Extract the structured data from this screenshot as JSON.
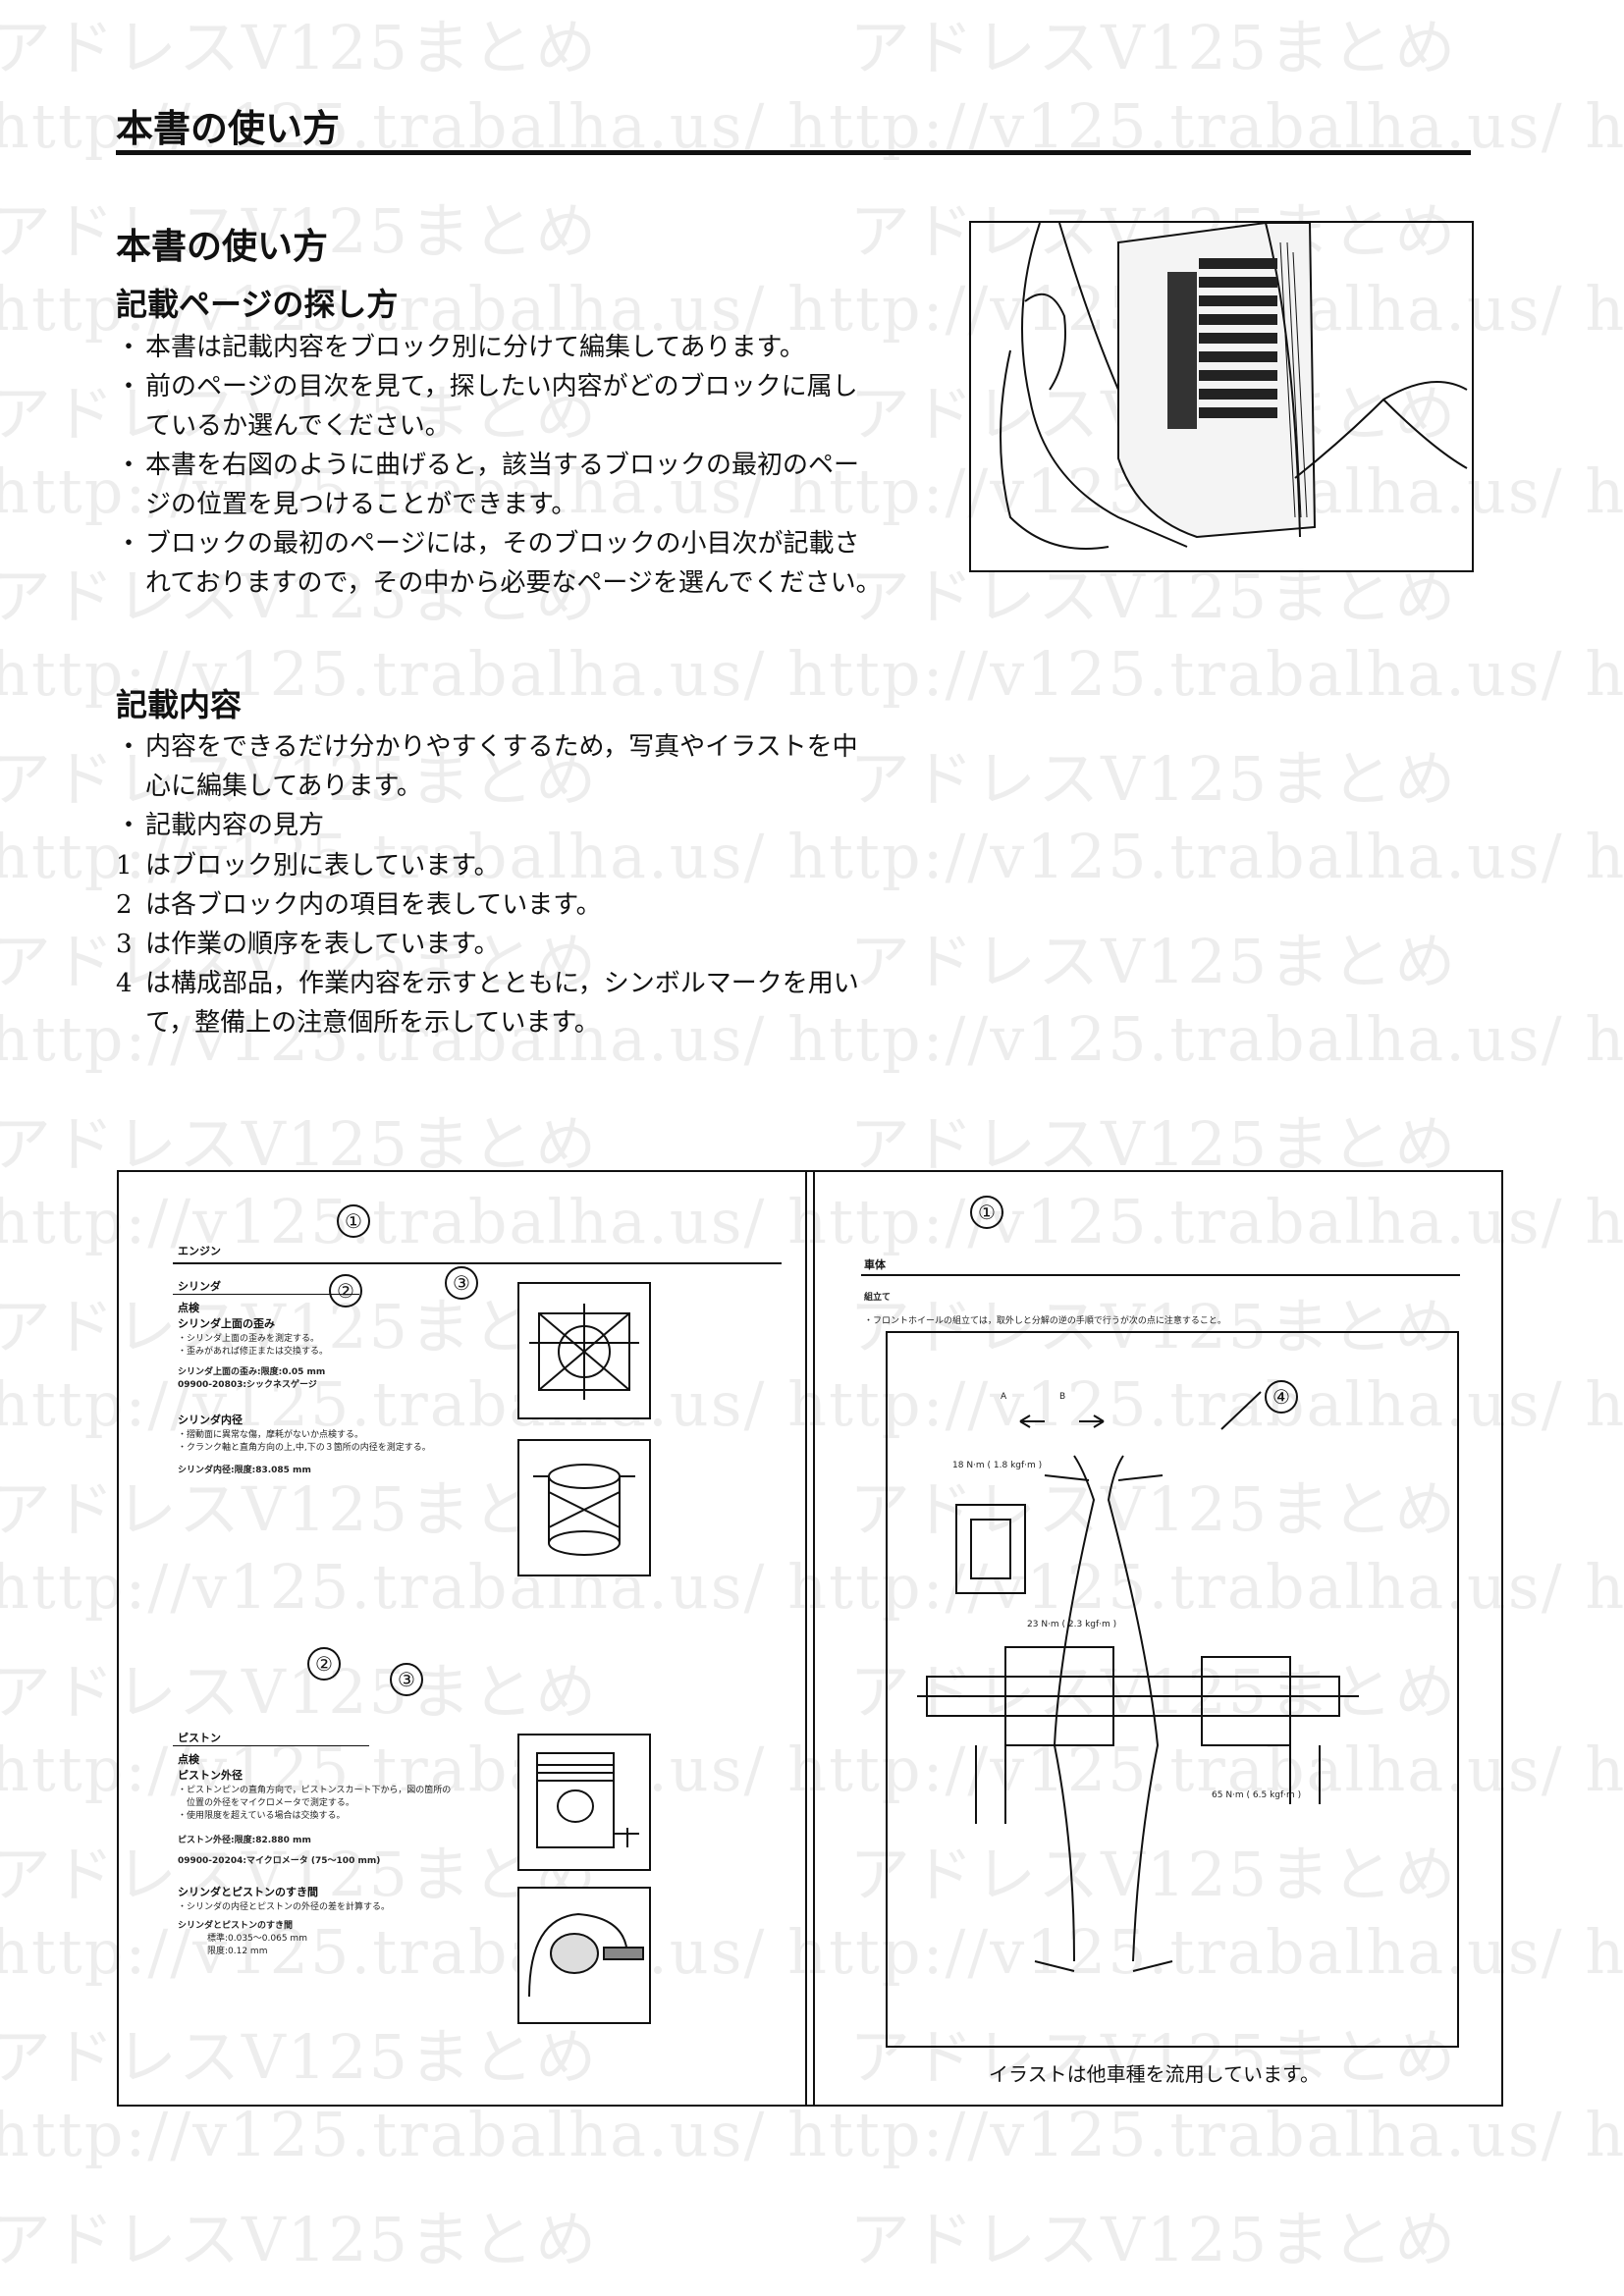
{
  "header": {
    "title": "本書の使い方"
  },
  "watermark": {
    "line_a": "アドレスV125まとめ",
    "line_b": "http://v125.trabalha.us/"
  },
  "section": {
    "title": "本書の使い方",
    "find_pages": {
      "heading": "記載ページの探し方",
      "items": [
        [
          "本書は記載内容をブロック別に分けて編集してあります。"
        ],
        [
          "前のページの目次を見て，探したい内容がどのブロックに属し",
          "ているか選んでください。"
        ],
        [
          "本書を右図のように曲げると，該当するブロックの最初のペー",
          "ジの位置を見つけることができます。"
        ],
        [
          "ブロックの最初のページには，そのブロックの小目次が記載さ",
          "れておりますので，その中から必要なページを選んでください。"
        ]
      ]
    },
    "contents": {
      "heading": "記載内容",
      "items": [
        [
          "内容をできるだけ分かりやすくするため，写真やイラストを中",
          "心に編集してあります。"
        ],
        [
          "記載内容の見方"
        ]
      ],
      "numbered": [
        {
          "n": "1",
          "lines": [
            "はブロック別に表しています。"
          ]
        },
        {
          "n": "2",
          "lines": [
            "は各ブロック内の項目を表しています。"
          ]
        },
        {
          "n": "3",
          "lines": [
            "は作業の順序を表しています。"
          ]
        },
        {
          "n": "4",
          "lines": [
            "は構成部品，作業内容を示すとともに，シンボルマークを用い",
            "て，整備上の注意個所を示しています。"
          ]
        }
      ]
    }
  },
  "left_panel": {
    "markers": [
      "①",
      "②",
      "③",
      "②",
      "③"
    ],
    "block": "エンジン",
    "item1": "シリンダ",
    "check1": "点検",
    "sub1": "シリンダ上面の歪み",
    "sub1_lines": [
      "・シリンダ上面の歪みを測定する。",
      "・歪みがあれば修正または交換する。"
    ],
    "sub1_spec": "シリンダ上面の歪み:限度:0.05 mm",
    "sub1_tool": "09900-20803:シックネスゲージ",
    "sub2": "シリンダ内径",
    "sub2_lines": [
      "・摺動面に異常な傷，摩耗がないか点検する。",
      "・クランク軸と直角方向の上,中,下の３箇所の内径を測定する。"
    ],
    "sub2_spec": "シリンダ内径:限度:83.085 mm",
    "item2": "ピストン",
    "check2": "点検",
    "sub3": "ピストン外径",
    "sub3_lines": [
      "・ピストンピンの直角方向で，ピストンスカート下から，図の箇所の",
      "　位置の外径をマイクロメータで測定する。",
      "・使用限度を超えている場合は交換する。"
    ],
    "sub3_spec": "ピストン外径:限度:82.880 mm",
    "sub3_tool": "09900-20204:マイクロメータ (75～100 mm)",
    "sub4": "シリンダとピストンのすき間",
    "sub4_lines": [
      "・シリンダの内径とピストンの外径の差を計算する。"
    ],
    "sub4_spec": "シリンダとピストンのすき間",
    "sub4_std": "標準:0.035～0.065 mm",
    "sub4_lim": "限度:0.12 mm"
  },
  "right_panel": {
    "markers": [
      "①",
      "④"
    ],
    "block": "車体",
    "section": "組立て",
    "line": "・フロントホイールの組立ては，取外しと分解の逆の手順で行うが次の点に注意すること。",
    "torque1": "18 N·m ( 1.8 kgf·m )",
    "torque2": "23 N·m ( 2.3 kgf·m )",
    "torque3": "65 N·m ( 6.5 kgf·m )",
    "dir_a": "A",
    "dir_b": "B",
    "note": "イラストは他車種を流用しています。"
  }
}
